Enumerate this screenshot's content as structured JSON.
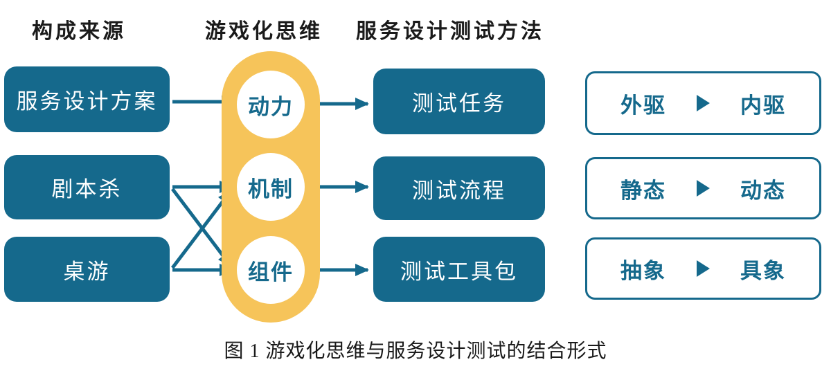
{
  "headers": {
    "source": "构成来源",
    "gamification": "游戏化思维",
    "testing": "服务设计测试方法"
  },
  "source_boxes": [
    {
      "label": "服务设计方案"
    },
    {
      "label": "剧本杀"
    },
    {
      "label": "桌游"
    }
  ],
  "gamification_nodes": [
    {
      "label": "动力"
    },
    {
      "label": "机制"
    },
    {
      "label": "组件"
    }
  ],
  "testing_boxes": [
    {
      "label": "测试任务"
    },
    {
      "label": "测试流程"
    },
    {
      "label": "测试工具包"
    }
  ],
  "transitions": [
    {
      "from": "外驱",
      "to": "内驱"
    },
    {
      "from": "静态",
      "to": "动态"
    },
    {
      "from": "抽象",
      "to": "具象"
    }
  ],
  "connections": [
    {
      "from": "服务设计方案",
      "to": "动力"
    },
    {
      "from": "剧本杀",
      "to": "机制"
    },
    {
      "from": "剧本杀",
      "to": "组件"
    },
    {
      "from": "桌游",
      "to": "机制"
    },
    {
      "from": "桌游",
      "to": "组件"
    },
    {
      "from": "动力",
      "to": "测试任务"
    },
    {
      "from": "机制",
      "to": "测试流程"
    },
    {
      "from": "组件",
      "to": "测试工具包"
    }
  ],
  "caption": "图 1 游戏化思维与服务设计测试的结合形式",
  "colors": {
    "teal": "#15698C",
    "yellow": "#F6C45A",
    "text": "#1A1A1A",
    "white": "#FFFFFF"
  }
}
